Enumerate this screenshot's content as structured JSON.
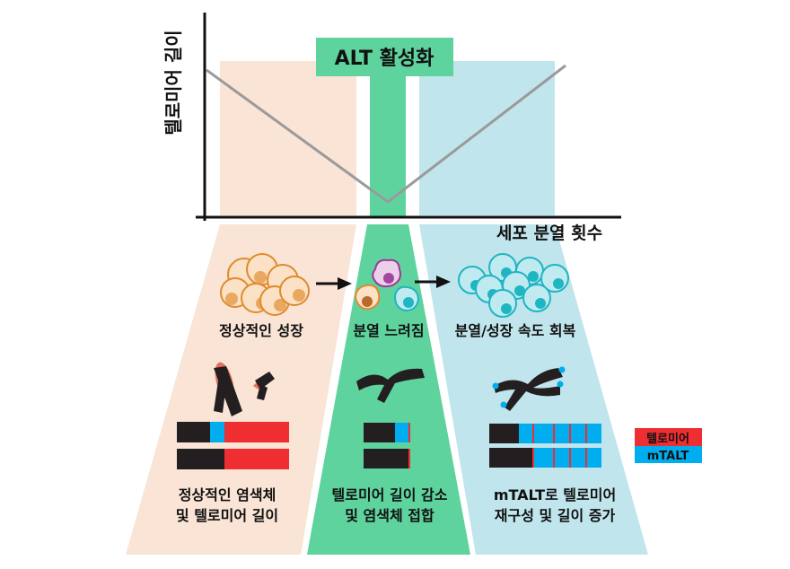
{
  "axes": {
    "y_label": "텔로미어 길이",
    "x_label": "세포 분열 횟수"
  },
  "alt_banner": "ALT 활성화",
  "stages": [
    {
      "label": "정상적인 성장",
      "caption_line1": "정상적인 염색체",
      "caption_line2": "및 텔로미어 길이"
    },
    {
      "label": "분열 느려짐",
      "caption_line1": "텔로미어 길이 감소",
      "caption_line2": "및 염색체 접합"
    },
    {
      "label": "분열/성장 속도 회복",
      "caption_line1": "mTALT로 텔로미어",
      "caption_line2": "재구성 및 길이 증가"
    }
  ],
  "legend": [
    {
      "label": "텔로미어",
      "color": "#ee2e31"
    },
    {
      "label": "mTALT",
      "color": "#00aeef"
    }
  ],
  "colors": {
    "peach": "#f9e4d5",
    "green": "#5fd39e",
    "blue": "#c0e5ec",
    "trend_line": "#9a9a9a",
    "chromosome": "#231f20"
  }
}
